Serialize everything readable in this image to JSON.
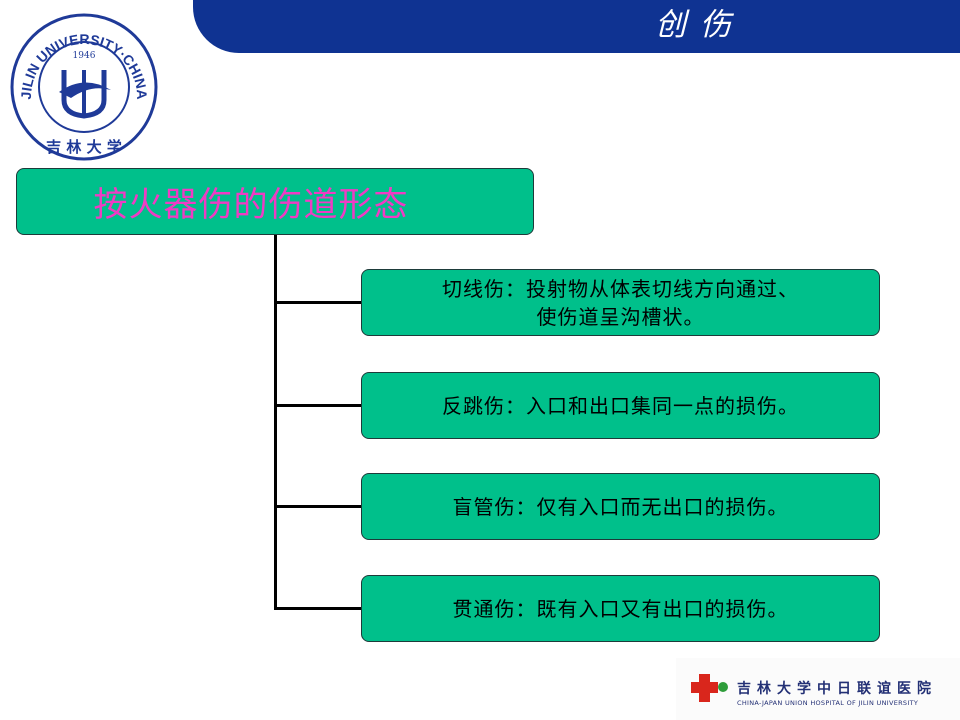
{
  "header": {
    "title": "创 伤"
  },
  "logo": {
    "ring_text": "JILIN UNIVERSITY·CHINA",
    "year": "1946",
    "motto": "吉 林 大 学"
  },
  "diagram": {
    "root": "按火器伤的伤道形态",
    "items": [
      {
        "lines": [
          "切线伤：投射物从体表切线方向通过、",
          "使伤道呈沟槽状。"
        ]
      },
      {
        "lines": [
          "反跳伤：入口和出口集同一点的损伤。"
        ]
      },
      {
        "lines": [
          "盲管伤：仅有入口而无出口的损伤。"
        ]
      },
      {
        "lines": [
          "贯通伤：既有入口又有出口的损伤。"
        ]
      }
    ]
  },
  "footer": {
    "cn": "吉林大学中日联谊医院",
    "en": "CHINA-JAPAN UNION HOSPITAL OF JILIN UNIVERSITY"
  },
  "colors": {
    "title_bar": "#0f3392",
    "box_fill": "#00c08b",
    "root_text": "#f03bc4",
    "connector": "#000000"
  }
}
